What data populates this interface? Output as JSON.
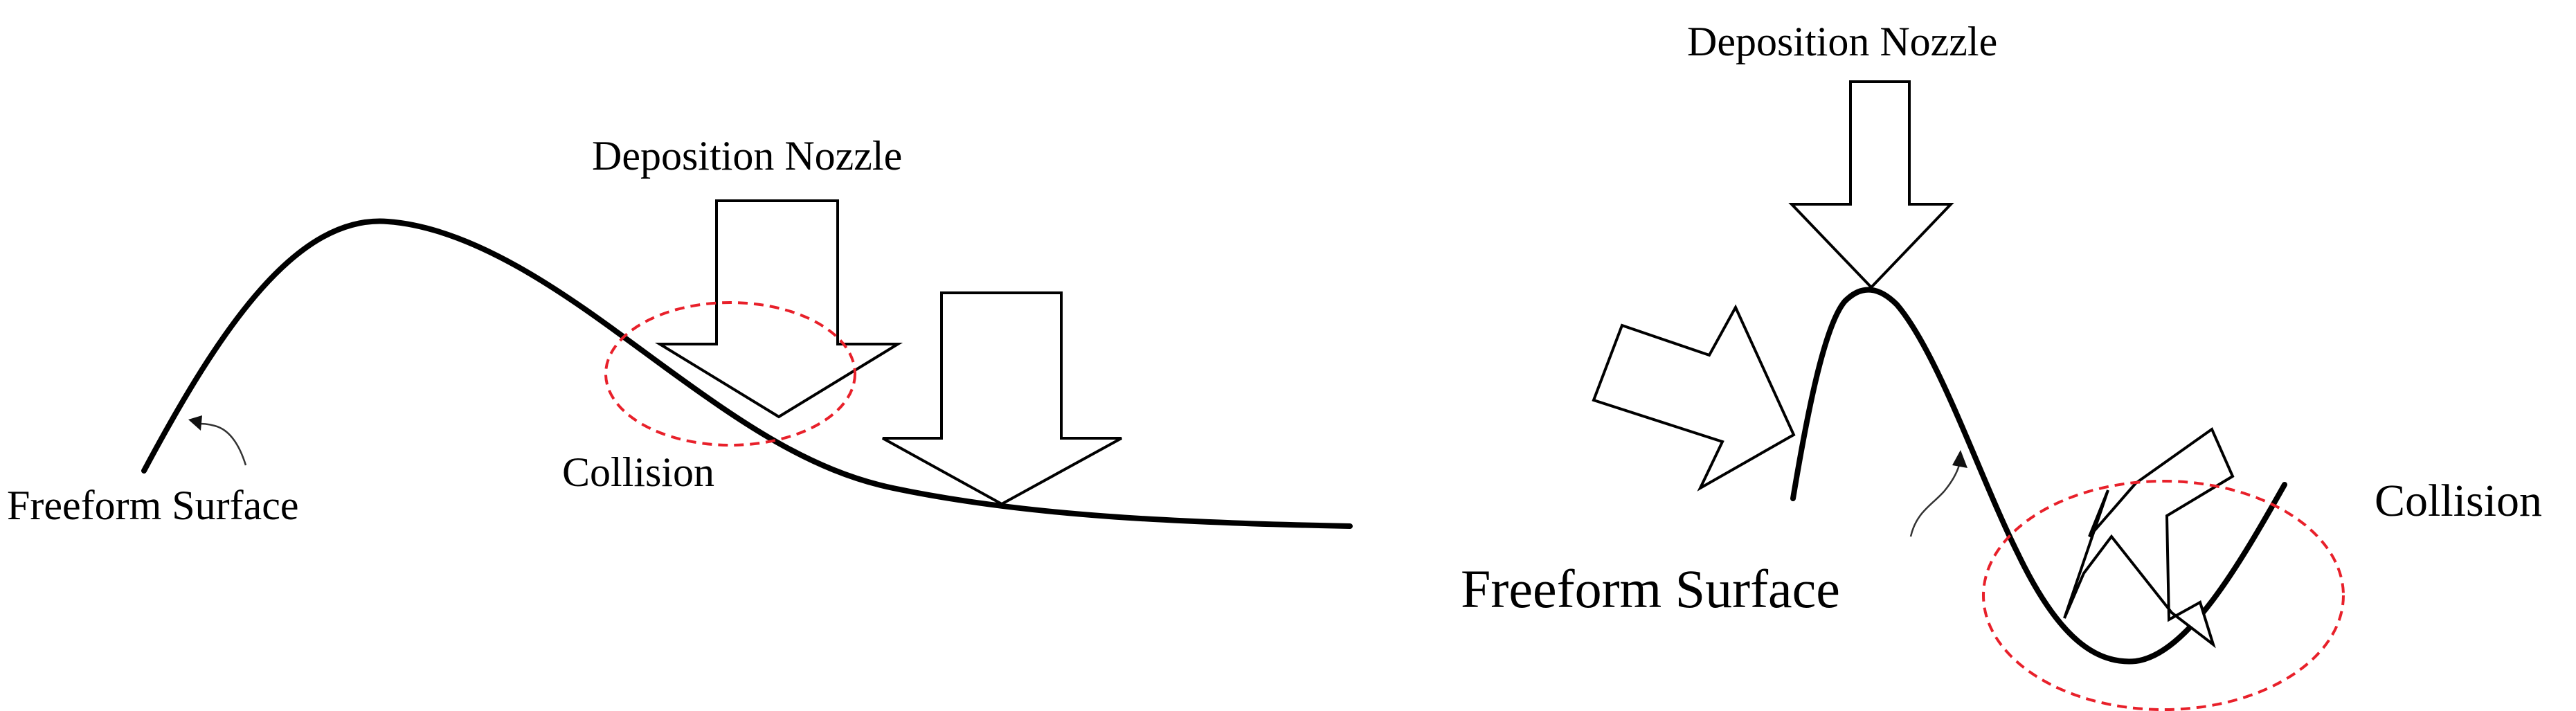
{
  "colors": {
    "line": "#000000",
    "arrow_fill": "#ffffff",
    "collision": "#e8202a",
    "background": "#ffffff"
  },
  "left_panel": {
    "nozzle_label": "Deposition Nozzle",
    "collision_label": "Collision",
    "surface_label": "Freeform Surface"
  },
  "right_panel": {
    "nozzle_label": "Deposition Nozzle",
    "collision_label": "Collision",
    "surface_label": "Freeform  Surface"
  }
}
